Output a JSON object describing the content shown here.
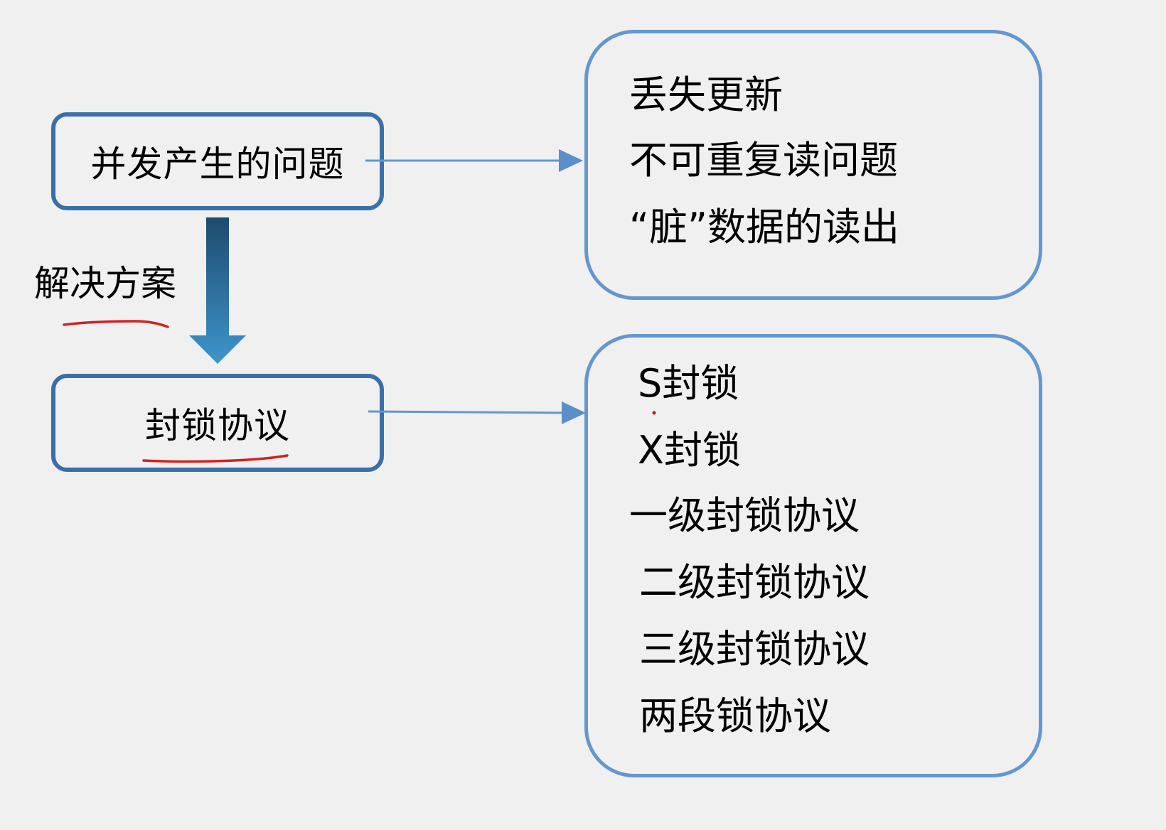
{
  "diagram": {
    "problem_node": {
      "label": "并发产生的问题"
    },
    "protocol_node": {
      "label": "封锁协议"
    },
    "solution_arrow": {
      "label": "解决方案"
    },
    "issues_list": {
      "items": [
        {
          "label": "丢失更新"
        },
        {
          "label": "不可重复读问题"
        },
        {
          "label": "“脏”数据的读出"
        }
      ]
    },
    "locks_list": {
      "items": [
        {
          "label": "S封锁"
        },
        {
          "label": "X封锁"
        },
        {
          "label": "一级封锁协议"
        },
        {
          "label": "二级封锁协议"
        },
        {
          "label": "三级封锁协议"
        },
        {
          "label": "两段锁协议"
        }
      ]
    },
    "colors": {
      "background": "#f0f0f0",
      "left_box_border": "#3a6fa8",
      "right_box_border": "#6497cd",
      "connector": "#6497cd",
      "arrow_gradient_top": "#1e4a6e",
      "arrow_gradient_bottom": "#3e95cc",
      "annotation_red": "#d42020"
    }
  }
}
